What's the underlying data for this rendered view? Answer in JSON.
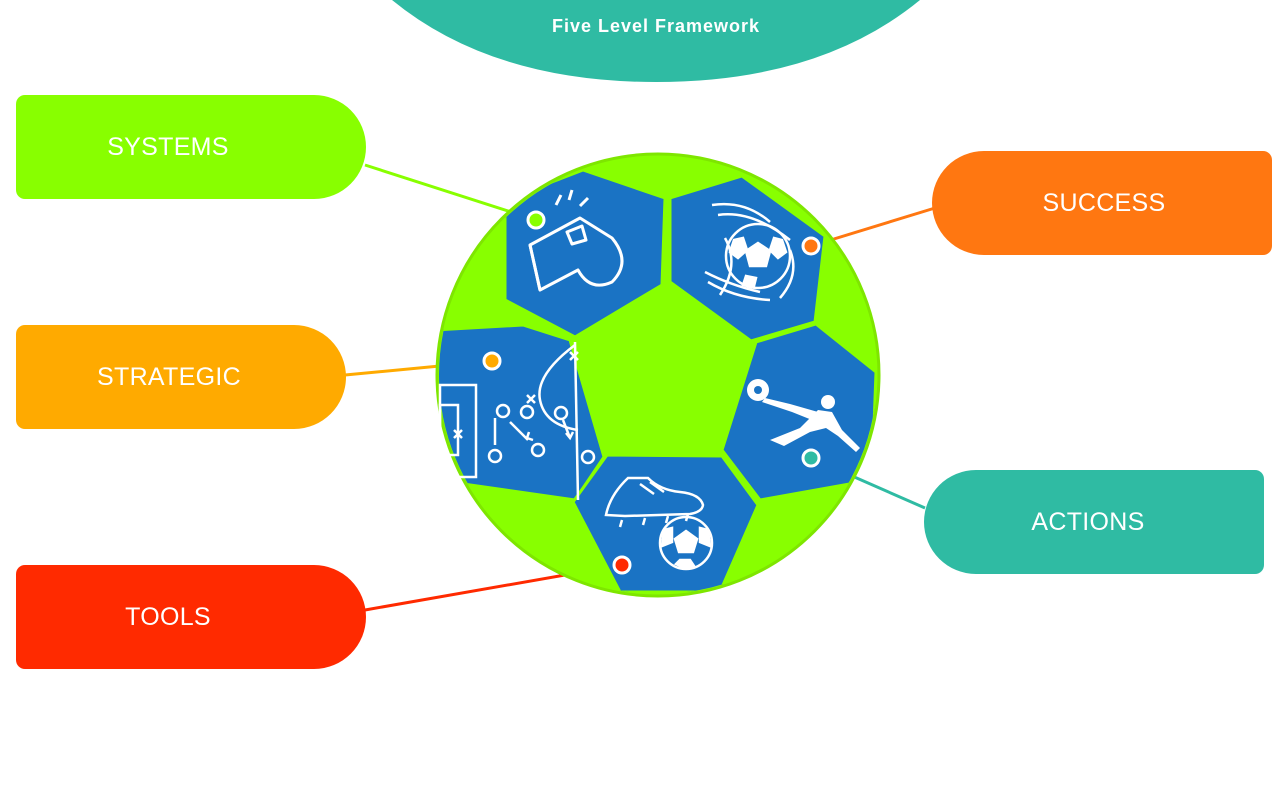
{
  "title": "Five Level Framework",
  "levels": [
    {
      "id": "systems",
      "label": "SYSTEMS",
      "color": "#88ff00",
      "icon": "whistle-icon"
    },
    {
      "id": "strategic",
      "label": "STRATEGIC",
      "color": "#ffaa00",
      "icon": "tactics-board-icon"
    },
    {
      "id": "tools",
      "label": "TOOLS",
      "color": "#ff2a00",
      "icon": "football-boot-icon"
    },
    {
      "id": "success",
      "label": "SUCCESS",
      "color": "#ff7711",
      "icon": "goal-net-icon"
    },
    {
      "id": "actions",
      "label": "ACTIONS",
      "color": "#2fbba3",
      "icon": "player-kick-icon"
    }
  ],
  "colors": {
    "banner": "#2fbba3",
    "ball": "#88ff00",
    "panel": "#1a73c4",
    "line_art": "#ffffff"
  }
}
